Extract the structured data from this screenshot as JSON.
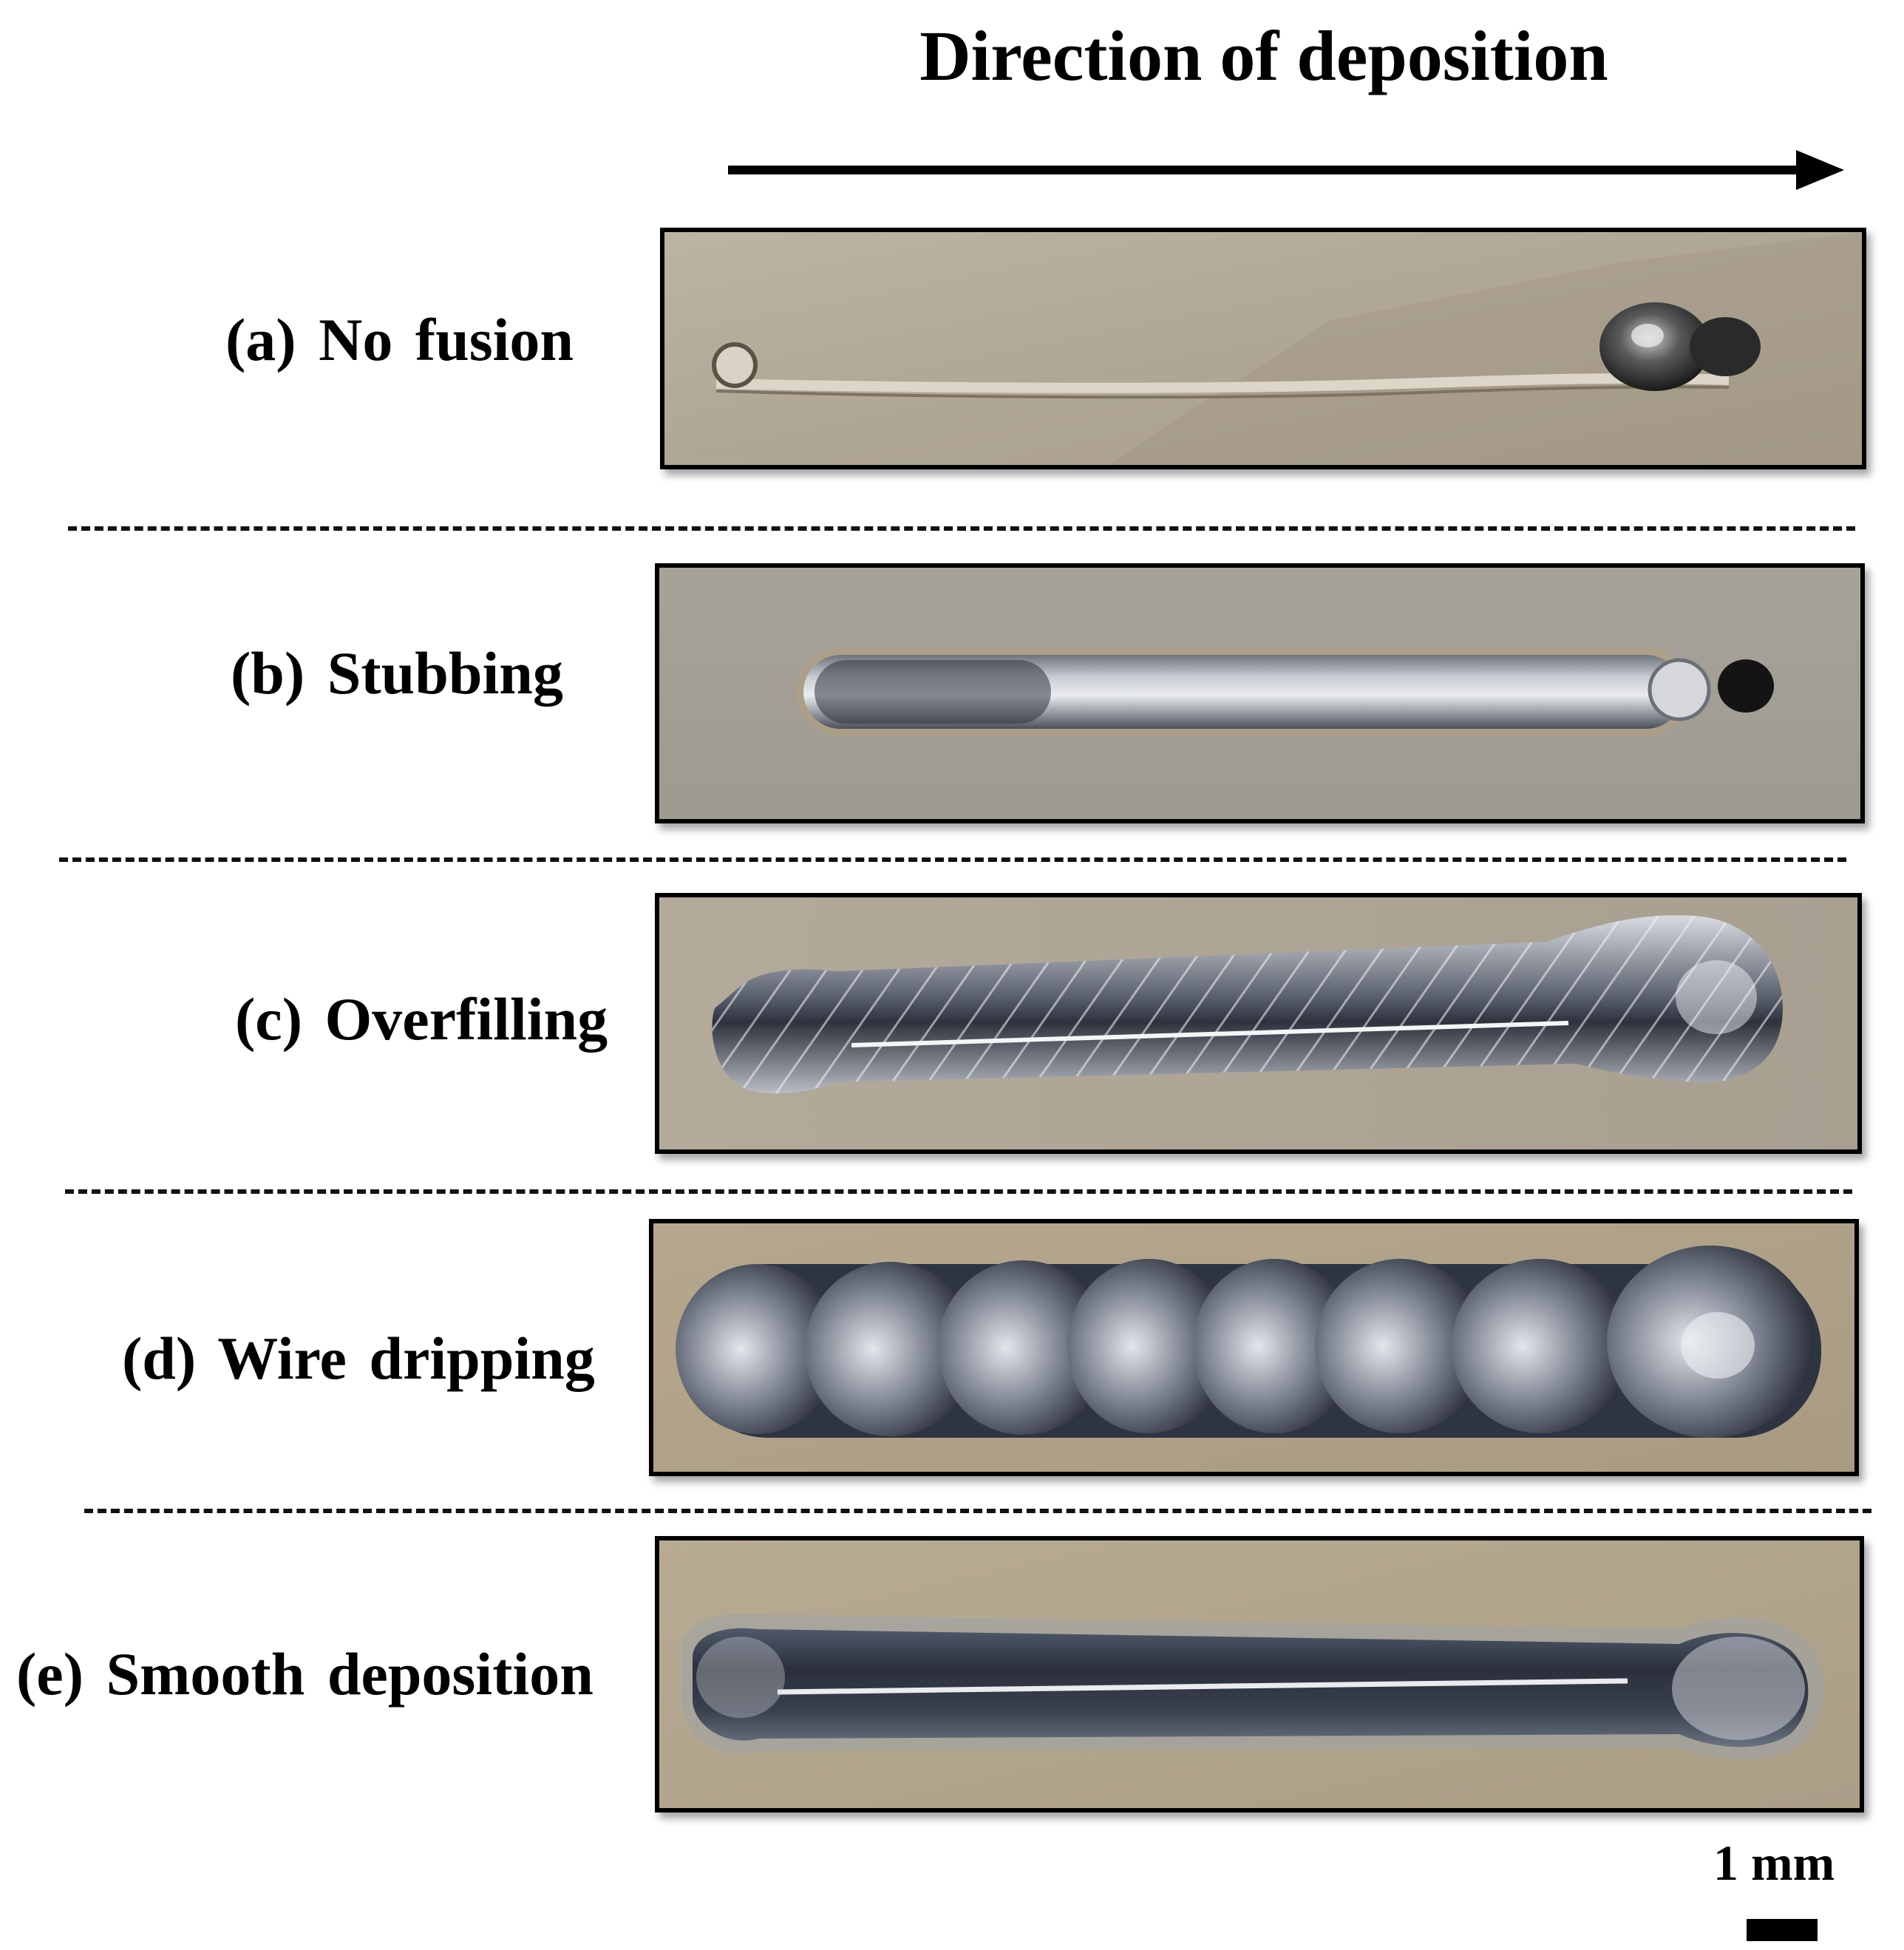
{
  "header": {
    "title": "Direction of deposition"
  },
  "rows": [
    {
      "label": "(a) No fusion",
      "icon": "no-fusion-bead-photo"
    },
    {
      "label": "(b) Stubbing",
      "icon": "stubbing-bead-photo"
    },
    {
      "label": "(c) Overfilling",
      "icon": "overfilling-bead-photo"
    },
    {
      "label": "(d) Wire dripping",
      "icon": "wire-dripping-bead-photo"
    },
    {
      "label": "(e) Smooth deposition",
      "icon": "smooth-deposition-bead-photo"
    }
  ],
  "scale": {
    "label": "1 mm"
  },
  "colors": {
    "substrate": "#b5ab9c",
    "bead_dark": "#2f3442",
    "bead_light": "#dfe3ea",
    "frame": "#000000"
  }
}
